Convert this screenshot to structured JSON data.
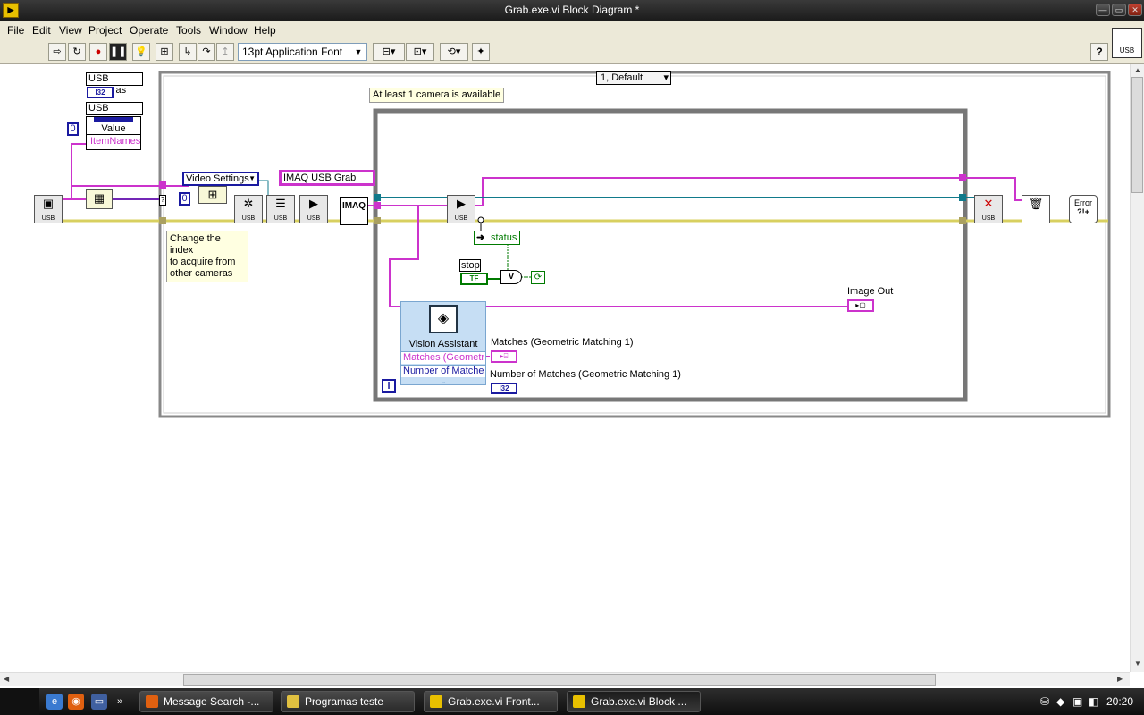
{
  "window": {
    "title": "Grab.exe.vi Block Diagram *"
  },
  "menu": [
    "File",
    "Edit",
    "View",
    "Project",
    "Operate",
    "Tools",
    "Window",
    "Help"
  ],
  "toolbar": {
    "font_value": "13pt Application Font"
  },
  "diagram": {
    "case_selector": "1, Default",
    "case_label": "At least 1 camera is available",
    "usb_cameras_top": "USB cameras",
    "i32_badge": "I32",
    "usb_cameras_prop": "USB cameras",
    "prop_value": "Value",
    "prop_itemnames": "ItemNames",
    "const_zero_1": "0",
    "const_zero_2": "0",
    "video_settings": "Video Settings",
    "grab_string": "IMAQ USB Grab Exam",
    "imaq_label": "IMAQ",
    "comment": [
      "Change the index",
      "to acquire from",
      "other cameras"
    ],
    "status_label": "status",
    "stop_label": "stop",
    "tf_badge": "TF",
    "or_label": "V",
    "image_out_label": "Image Out",
    "vision_assistant": "Vision Assistant",
    "va_out_matches": "Matches (Geometr",
    "va_out_number": "Number of Matche",
    "matches_label": "Matches (Geometric Matching 1)",
    "number_matches_label": "Number of Matches (Geometric Matching 1)",
    "i32_badge_2": "I32",
    "loop_iteration": "i",
    "error_label": "Error",
    "usb_tag": "USB"
  },
  "taskbar": {
    "tasks": [
      "Message Search -...",
      "Programas teste",
      "Grab.exe.vi Front...",
      "Grab.exe.vi Block ..."
    ],
    "clock": "20:20",
    "quicklaunch_more": "»"
  },
  "colors": {
    "wire_pink": "#cc33cc",
    "wire_teal": "#117a8b",
    "wire_yellow": "#d8d060",
    "wire_green": "#007a00",
    "loop_gray": "#777777"
  }
}
